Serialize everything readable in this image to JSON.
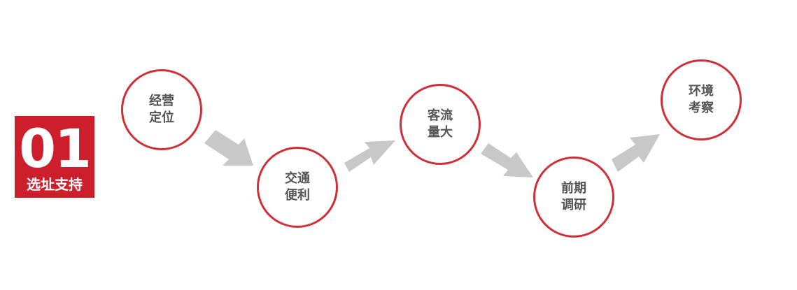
{
  "badge": {
    "number": "01",
    "label": "选址支持"
  },
  "steps": [
    {
      "line1": "经营",
      "line2": "定位"
    },
    {
      "line1": "交通",
      "line2": "便利"
    },
    {
      "line1": "客流",
      "line2": "量大"
    },
    {
      "line1": "前期",
      "line2": "调研"
    },
    {
      "line1": "环境",
      "line2": "考察"
    }
  ],
  "colors": {
    "accent": "#cc1f2b",
    "circle_border": "#d12f38",
    "arrow": "#c8c8c8",
    "text": "#555555"
  }
}
